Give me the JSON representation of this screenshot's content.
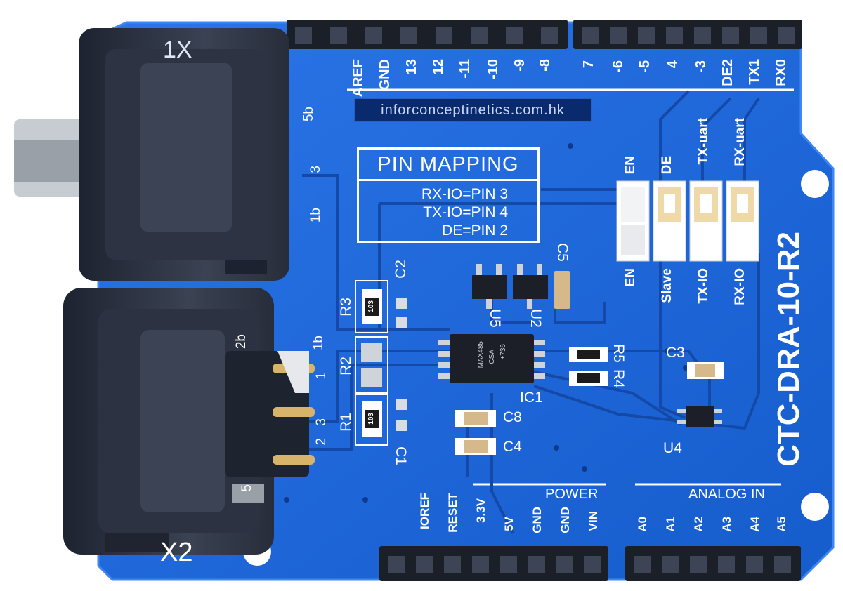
{
  "board": {
    "model": "CTC-DRA-10-R2",
    "website": "inforconceptinetics.com.hk",
    "colors": {
      "pcb": "#1d63d6",
      "pcb_dark": "#1450b8",
      "trace": "#1a58c6",
      "header": "#1b1f27",
      "connector": "#2b3140",
      "silk": "#ffffff"
    }
  },
  "headers": {
    "digital_left": [
      "AREF",
      "GND",
      "13",
      "12",
      "-11",
      "-10",
      "-9",
      "-8"
    ],
    "digital_right": [
      "7",
      "-6",
      "-5",
      "4",
      "-3",
      "DE2",
      "TX1",
      "RX0"
    ],
    "power_title": "POWER",
    "power_pins": [
      "IOREF",
      "RESET",
      "3.3V",
      "5V",
      "GND",
      "GND",
      "VIN"
    ],
    "analog_title": "ANALOG IN",
    "analog_pins": [
      "A0",
      "A1",
      "A2",
      "A3",
      "A4",
      "A5"
    ]
  },
  "pin_mapping": {
    "title": "PIN MAPPING",
    "rows": [
      "RX-IO=PIN 3",
      "TX-IO=PIN 4",
      "DE=PIN 2"
    ]
  },
  "jumpers": {
    "top": [
      "EN",
      "DE",
      "TX-uart",
      "RX-uart"
    ],
    "bottom": [
      "EN",
      "Slave",
      "TX-IO",
      "RX-IO"
    ]
  },
  "components": {
    "R1": "R1",
    "R2": "R2",
    "R3": "R3",
    "R4": "R4",
    "R5": "R5",
    "C1": "C1",
    "C2": "C2",
    "C3": "C3",
    "C4": "C4",
    "C5": "C5",
    "C8": "C8",
    "U2": "U2",
    "U4": "U4",
    "U5": "U5",
    "IC1": "IC1",
    "resistor_code": "103",
    "ic1_marking_1": "MAX485",
    "ic1_marking_2": "CSA",
    "ic1_marking_3": "+736"
  },
  "connectors": {
    "x1": "1X",
    "x2": "X2",
    "x1_pins": [
      "5b",
      "3",
      "1b"
    ],
    "x2_pins": [
      "2b",
      "1b",
      "1",
      "3",
      "2",
      "5"
    ]
  }
}
